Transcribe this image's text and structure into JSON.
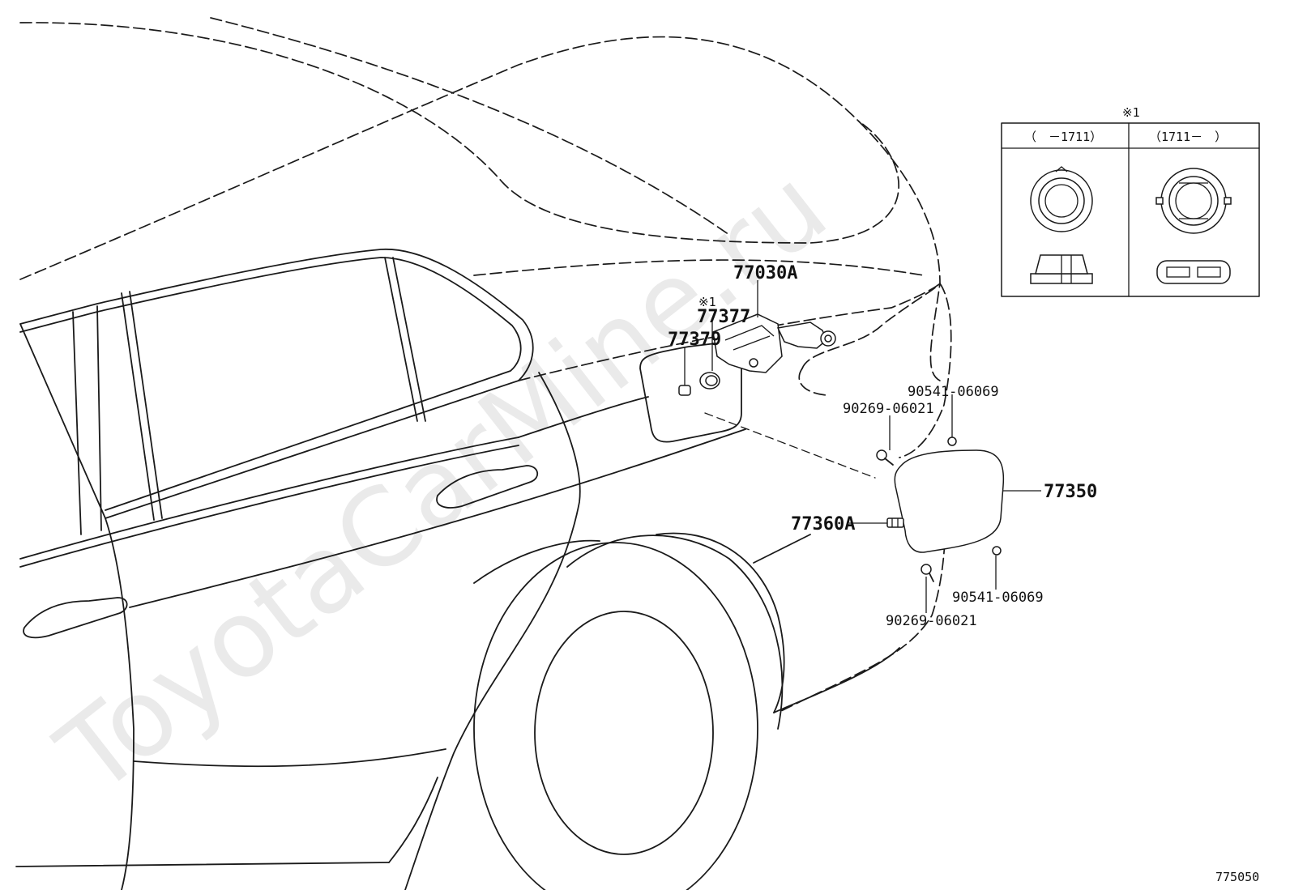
{
  "watermark": "ToyotaCarMine.ru",
  "diagram_id": "775050",
  "inset": {
    "title": "※1",
    "left_header": "（　－1711）",
    "right_header": "（1711－　）"
  },
  "labels": {
    "p77030A": "77030A",
    "note77377": "※1",
    "p77377": "77377",
    "p77379": "77379",
    "p90541_top": "90541-06069",
    "p90269_top": "90269-06021",
    "p77350": "77350",
    "p77360A": "77360A",
    "p90541_bottom": "90541-06069",
    "p90269_bottom": "90269-06021"
  }
}
